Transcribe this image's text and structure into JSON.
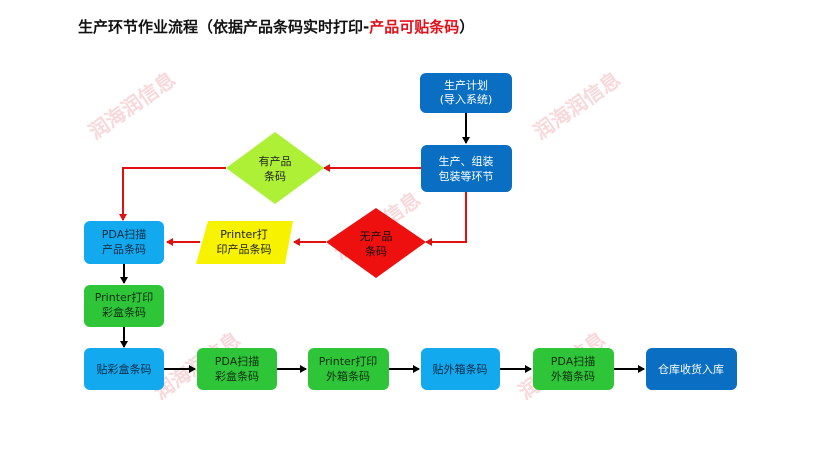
{
  "title": {
    "main": "生产环节作业流程（依据产品条码实时打印-",
    "highlight": "产品可贴条码",
    "end": "）"
  },
  "watermark": "润海润信息",
  "colors": {
    "blue_dark": "#0a6fc2",
    "blue_light": "#12a9ee",
    "green": "#2ec539",
    "lime": "#aef035",
    "yellow": "#f7f300",
    "red": "#ee0f0f",
    "arrow_red": "#e01010",
    "arrow_black": "#000000"
  },
  "nodes": {
    "plan": [
      "生产计划",
      "(导入系统)"
    ],
    "assembly": [
      "生产、组装",
      "包装等环节"
    ],
    "has_code": [
      "有产品",
      "条码"
    ],
    "no_code": [
      "无产品",
      "条码"
    ],
    "printer_product": [
      "Printer打",
      "印产品条码"
    ],
    "pda_product": [
      "PDA扫描",
      "产品条码"
    ],
    "printer_color_box": [
      "Printer打印",
      "彩盒条码"
    ],
    "paste_color_box": [
      "贴彩盒条码"
    ],
    "pda_color_box": [
      "PDA扫描",
      "彩盒条码"
    ],
    "printer_outer_box": [
      "Printer打印",
      "外箱条码"
    ],
    "paste_outer_box": [
      "贴外箱条码"
    ],
    "pda_outer_box": [
      "PDA扫描",
      "外箱条码"
    ],
    "warehouse": [
      "仓库收货入库"
    ]
  }
}
